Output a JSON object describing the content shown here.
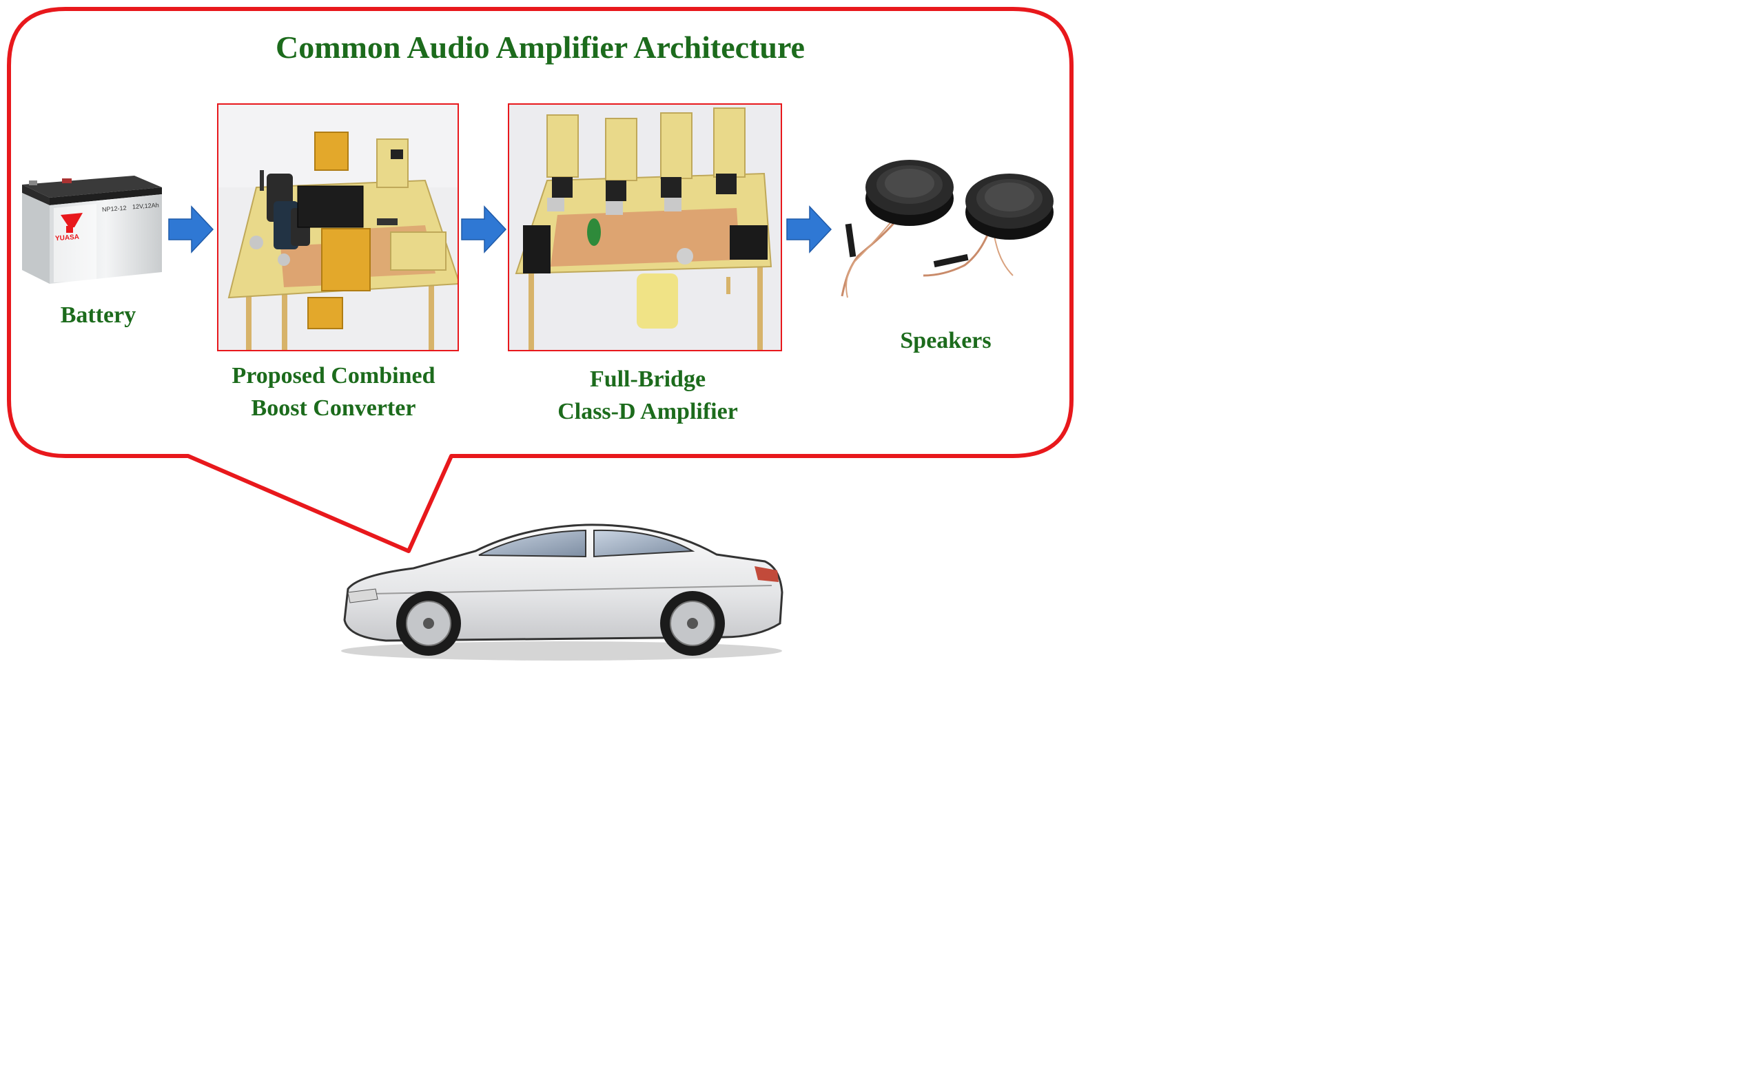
{
  "title": "Common Audio Amplifier Architecture",
  "components": [
    {
      "id": "battery",
      "label": "Battery",
      "battery_brand": "YUASA",
      "battery_model": "NP12-12",
      "battery_rating": "12V,12Ah"
    },
    {
      "id": "boost",
      "label_line1": "Proposed Combined",
      "label_line2": "Boost Converter"
    },
    {
      "id": "amplifier",
      "label_line1": "Full-Bridge",
      "label_line2": "Class-D Amplifier"
    },
    {
      "id": "speakers",
      "label": "Speakers"
    }
  ],
  "colors": {
    "callout_border": "#e8181c",
    "label_text": "#1c6b1c",
    "arrow": "#2f78d4",
    "pcb": "#e9d98a",
    "copper": "#d9966a"
  }
}
